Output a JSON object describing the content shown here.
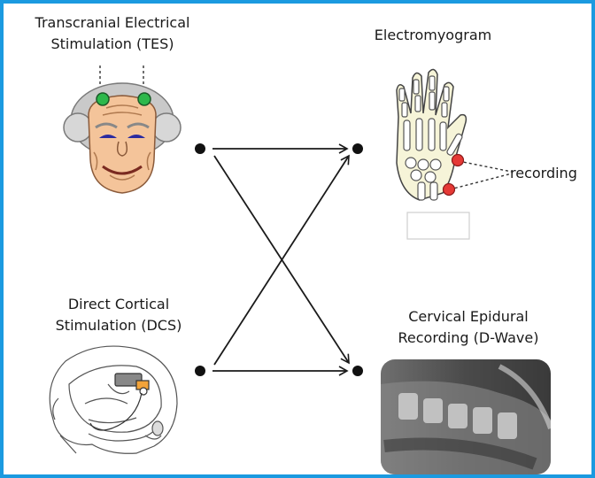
{
  "sources": {
    "tes": {
      "line1": "Transcranial Electrical",
      "line2": "Stimulation (TES)"
    },
    "dcs": {
      "line1": "Direct Cortical",
      "line2": "Stimulation (DCS)"
    }
  },
  "targets": {
    "emg": {
      "title": "Electromyogram",
      "annotation": "recording"
    },
    "dwave": {
      "line1": "Cervical Epidural",
      "line2": "Recording (D-Wave)"
    }
  },
  "colors": {
    "border": "#1b9ae0",
    "electrode": "#2db84b",
    "recording_marker": "#e53935",
    "skin": "#f4c49a",
    "hair": "#c9c9c9",
    "bone": "#f6f4d8"
  },
  "connections": [
    {
      "from": "tes",
      "to": "emg"
    },
    {
      "from": "tes",
      "to": "dwave"
    },
    {
      "from": "dcs",
      "to": "emg"
    },
    {
      "from": "dcs",
      "to": "dwave"
    }
  ]
}
